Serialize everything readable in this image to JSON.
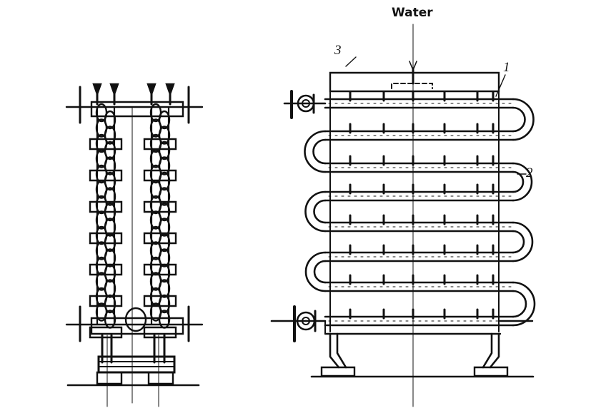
{
  "labels": {
    "water": "Water",
    "part_1": "1",
    "part_2": "2",
    "part_3": "3"
  },
  "colors": {
    "ink": "#111111",
    "background": "#ffffff"
  }
}
